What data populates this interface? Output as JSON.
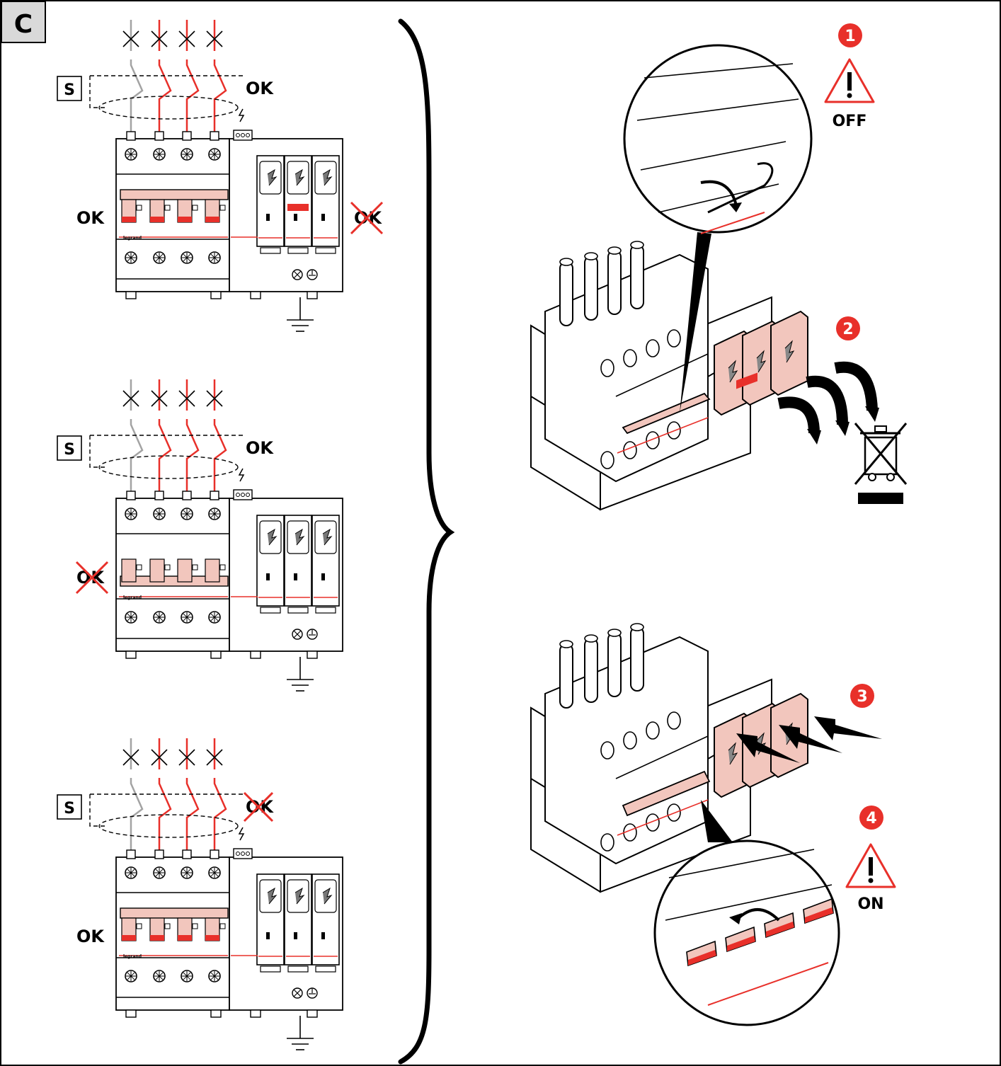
{
  "section_label": "C",
  "colors": {
    "red": "#e8302a",
    "pink": "#f2c6bd",
    "pink_dark": "#e7a89b",
    "grey_wire": "#a3a3a3",
    "black": "#000000"
  },
  "panels": [
    {
      "switch_box_label": "S",
      "cable_status": "OK",
      "cable_crossed": false,
      "breaker_status": "OK",
      "breaker_crossed": false,
      "spd_status": "OK",
      "spd_crossed": true
    },
    {
      "switch_box_label": "S",
      "cable_status": "OK",
      "cable_crossed": false,
      "breaker_status": "OK",
      "breaker_crossed": true,
      "spd_status": "",
      "spd_crossed": false
    },
    {
      "switch_box_label": "S",
      "cable_status": "OK",
      "cable_crossed": true,
      "breaker_status": "OK",
      "breaker_crossed": false,
      "spd_status": "",
      "spd_crossed": false
    }
  ],
  "device_brand": "legrand",
  "steps": [
    {
      "number": "1",
      "caption": "OFF",
      "icon": "warning-icon"
    },
    {
      "number": "2",
      "caption": "",
      "icon": "weee-bin-icon"
    },
    {
      "number": "3",
      "caption": "",
      "icon": "insert-arrows-icon"
    },
    {
      "number": "4",
      "caption": "ON",
      "icon": "warning-icon"
    }
  ]
}
